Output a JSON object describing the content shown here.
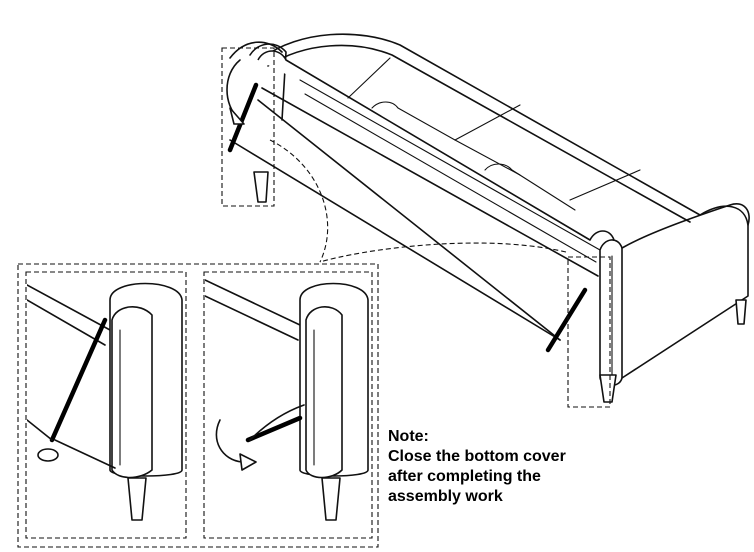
{
  "note": {
    "heading": "Note:",
    "lines": [
      "Close the bottom cover",
      "after completing the",
      "assembly work"
    ]
  }
}
